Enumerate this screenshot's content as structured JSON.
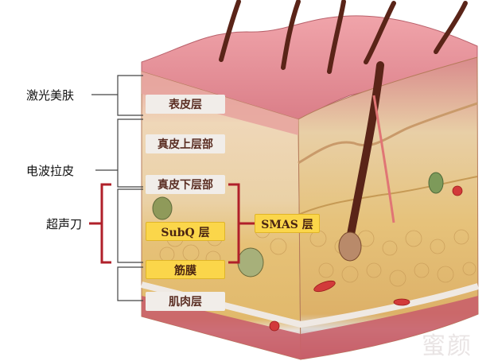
{
  "left_labels": {
    "laser": "激光美肤",
    "rf": "电波拉皮",
    "ultrasound": "超声刀"
  },
  "layer_tags": {
    "epidermis": "表皮层",
    "upper_dermis": "真皮上层部",
    "lower_dermis": "真皮下层部",
    "subq": "SubQ 层",
    "fascia": "筋膜",
    "muscle": "肌肉层",
    "smas": "SMAS 层"
  },
  "watermark": "蜜颜",
  "colors": {
    "bracket": "#b0202a",
    "tag_yellow": "#fbd64a",
    "tag_light": "#f1ede9",
    "skin_top": "#e79098",
    "fat": "#e9c97a"
  }
}
